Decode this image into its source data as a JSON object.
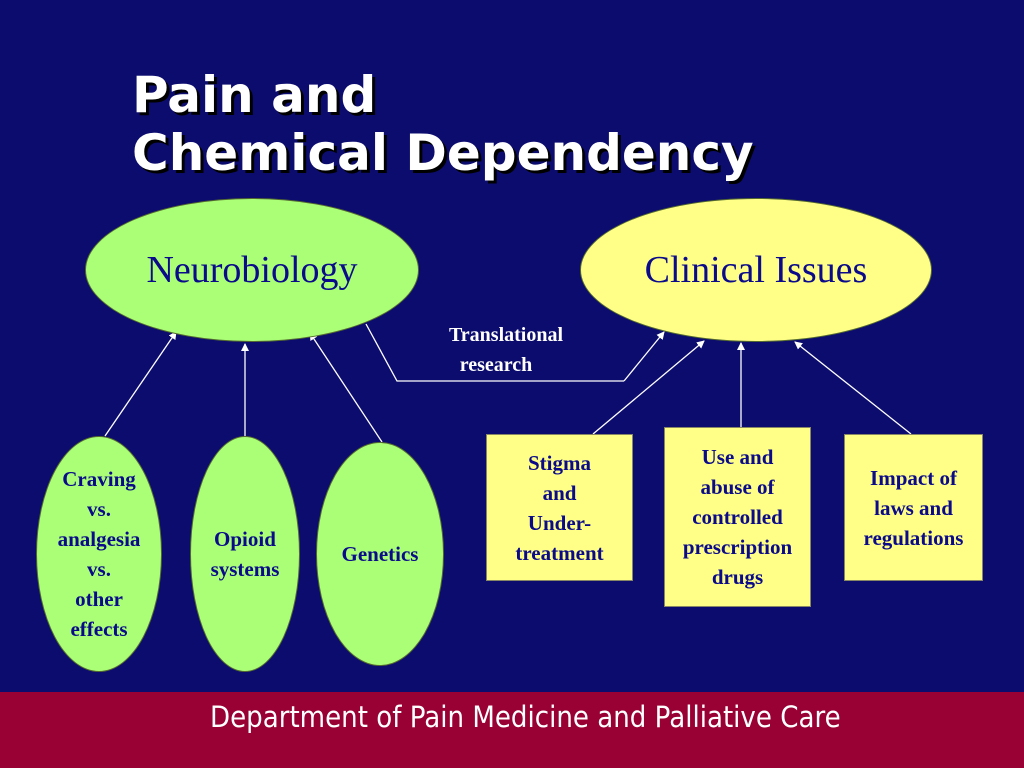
{
  "title": {
    "line1": "Pain and",
    "line2": "Chemical Dependency"
  },
  "nodes": {
    "neurobiology": "Neurobiology",
    "clinical_issues": "Clinical Issues",
    "craving": [
      "Craving",
      "vs.",
      "analgesia",
      "vs.",
      "other",
      "effects"
    ],
    "opioid": [
      "Opioid",
      "systems"
    ],
    "genetics": "Genetics",
    "stigma": [
      "Stigma",
      "and",
      "Under-",
      "treatment"
    ],
    "use_abuse": [
      "Use and",
      "abuse of",
      "controlled",
      "prescription",
      "drugs"
    ],
    "impact": [
      "Impact of",
      "laws and",
      "regulations"
    ]
  },
  "link_label": [
    "Translational",
    "research"
  ],
  "footer": "Department of Pain Medicine and Palliative Care",
  "colors": {
    "background": "#0c0c6e",
    "green_node": "#aaff77",
    "yellow_node": "#ffff88",
    "footer_band": "#990033",
    "node_text": "#0a0a8a"
  }
}
